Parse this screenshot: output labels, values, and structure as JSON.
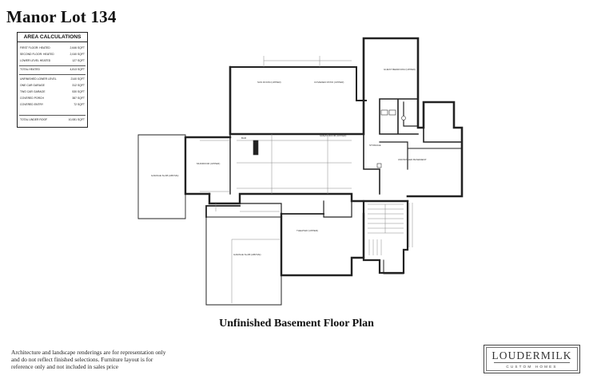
{
  "header": {
    "title": "Manor Lot 134"
  },
  "area_calculations": {
    "heading": "AREA CALCULATIONS",
    "rows": [
      {
        "label": "FIRST FLOOR: HEATED",
        "value": "2,646 SQFT"
      },
      {
        "label": "SECOND FLOOR: HEATED",
        "value": "2,040 SQFT"
      },
      {
        "label": "LOWER LEVEL HEATED",
        "value": "127 SQFT"
      },
      {
        "label": "TOTAL HEATED",
        "value": "4,813 SQFT"
      },
      {
        "label": "UNFINISHED LOWER LEVEL",
        "value": "2140 SQFT"
      },
      {
        "label": "ONE CAR GARAGE",
        "value": "312 SQFT"
      },
      {
        "label": "TWO CAR GARAGE",
        "value": "530 SQFT"
      },
      {
        "label": "COVERED PORCH",
        "value": "387 SQFT"
      },
      {
        "label": "COVERED ENTRY",
        "value": "72 SQFT"
      },
      {
        "label": "TOTAL UNDER ROOF",
        "value": "10,081 SQFT"
      }
    ]
  },
  "plan": {
    "caption": "Unfinished Basement Floor Plan",
    "rooms": {
      "sunroom": "SUN ROOM (UPPER)",
      "covered_patio": "COVERED PATIO (UPPER)",
      "guest_bedroom": "GUEST BEDROOM (UPPER)",
      "great_room": "GREAT ROOM (UPPER)",
      "mudroom": "MUDROOM (UPPER)",
      "storage": "STORAGE",
      "garage_left": "GARAGE SLAB (ABOVE)",
      "garage_bottom": "GARAGE SLAB (ABOVE)",
      "theater": "THEATER (UPPER)",
      "bar": "BAR",
      "unfinished": "UNFINISHED BASEMENT"
    }
  },
  "footer": {
    "disclaimer_lines": [
      "Architecture and landscape renderings are for representation only",
      "and do not reflect finished selections. Furniture layout is for",
      "reference only and not included in sales price"
    ]
  },
  "logo": {
    "main": "LOUDERMILK",
    "sub": "CUSTOM HOMES"
  }
}
